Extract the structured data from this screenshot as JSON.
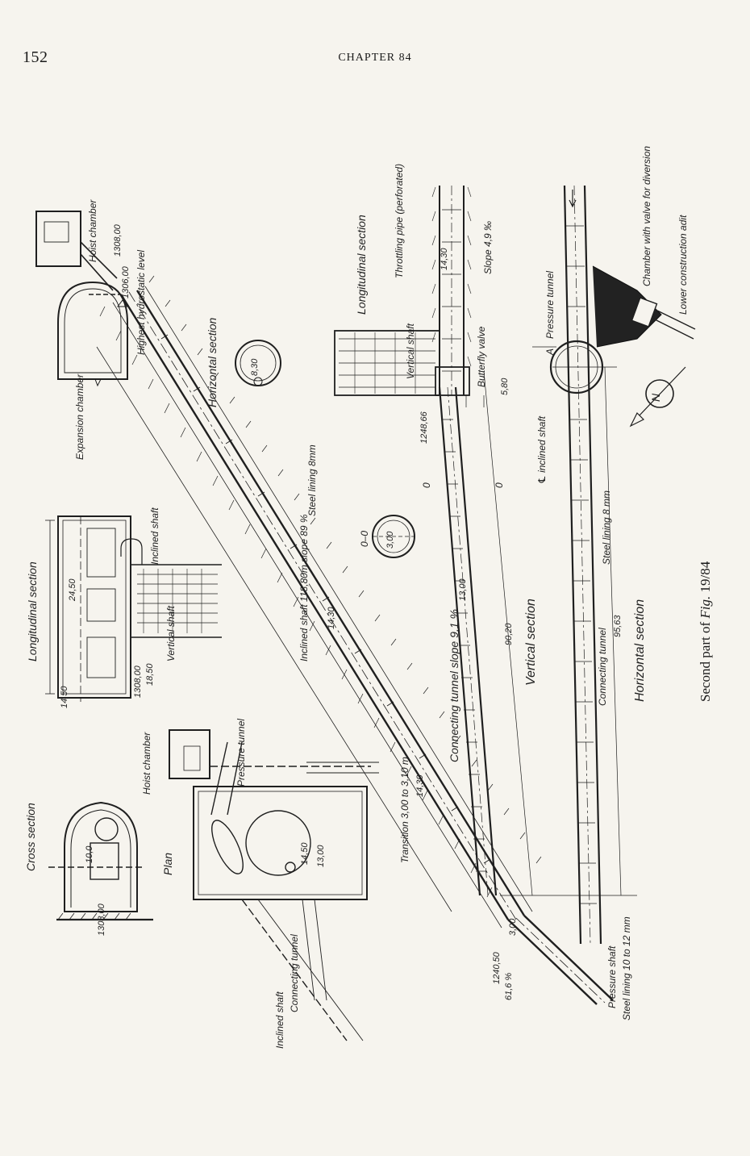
{
  "header": {
    "page_number": "152",
    "running_head": "CHAPTER 84"
  },
  "caption": {
    "prefix": "Second part of ",
    "fig_label": "Fig.",
    "fig_number": " 19/84"
  },
  "labels": {
    "cross_section": "Cross section",
    "plan": "Plan",
    "hoist_chamber_plan": "Hoist chamber",
    "pressure_tunnel_plan": "Pressure tunnel",
    "inclined_shaft_plan": "Inclined shaft",
    "connecting_tunnel_plan": "Connecting tunnel",
    "longitudinal_section_left": "Longitudinal section",
    "vertical_shaft_left": "Vertical shaft",
    "inclined_shaft_left": "Inclined shaft",
    "expansion_chamber": "Expansion chamber",
    "hoist_chamber": "Hoist chamber",
    "highest_level": "Highest hydrostatic level",
    "horizontal_section_top": "Horizontal section",
    "inclined_shaft_main": "Inclined shaft 118,80m slope 89 %",
    "steel_lining_main": "Steel lining 8mm",
    "transition": "Transition 3,00 to 3,10 m",
    "longitudinal_section_right": "Longitudinal section",
    "throttling_pipe": "Throttling pipe (perforated)",
    "vertical_shaft_right": "Vertical shaft",
    "butterfly_valve": "Butterfly valve",
    "slope_right": "Slope 4,9 ‰",
    "pressure_tunnel": "Pressure tunnel",
    "chamber_valve": "Chamber with valve for diversion",
    "lower_adit": "Lower construction adit",
    "connecting_tunnel_slope": "Connecting tunnel slope 9,1 %",
    "vertical_section": "Vertical section",
    "inclined_shaft_axis": "℄ inclined shaft",
    "steel_lining_h": "Steel lining 8 mm",
    "connecting_tunnel_h": "Connecting tunnel",
    "horizontal_section_bottom": "Horizontal section",
    "pressure_shaft": "Pressure shaft",
    "steel_lining_bottom": "Steel lining 10 to 12 mm",
    "section_oo": "0–0",
    "section_a": "A",
    "mark_o1": "0",
    "mark_o2": "0"
  },
  "dimensions": {
    "d_1308_cs": "1308,00",
    "d_10_cs": "10,0",
    "d_1450_plan": "14,50",
    "d_1300_plan": "13,00",
    "d_2450": "24,50",
    "d_1450_left": "14,50",
    "d_1308_left": "1308,00",
    "d_1850": "18,50",
    "d_1308_top": "1308,00",
    "d_1306_top": "1306,00",
    "d_1430_main": "14,30",
    "d_1430_tr": "14,30",
    "d_1240": "1240,50",
    "d_slope_bottom": "61,6 %",
    "d_1248": "1248,66",
    "d_580": "5,80",
    "d_1430_right": "14,30",
    "d_1300_mid": "13,00",
    "d_9020": "90,20",
    "d_9563": "95,63",
    "d_300_oo": "3,00",
    "d_830": "8,30",
    "d_300_bot": "3,00"
  },
  "icons": {
    "north_arrow": "N"
  },
  "colors": {
    "paper": "#f6f4ee",
    "ink": "#1a1a1a"
  }
}
